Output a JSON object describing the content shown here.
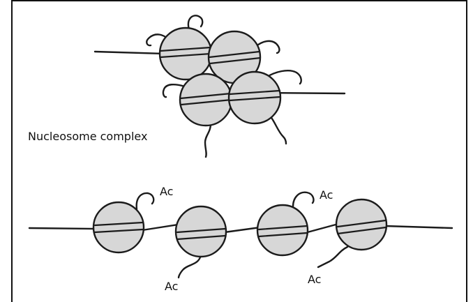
{
  "labels": {
    "complex": "Nucleosome complex",
    "acetyl_1": "Ac",
    "acetyl_2": "Ac",
    "acetyl_3": "Ac",
    "acetyl_4": "Ac"
  },
  "colors": {
    "histone_fill": "#d7d7d7",
    "line": "#1b1b1b",
    "frame": "#111111"
  }
}
